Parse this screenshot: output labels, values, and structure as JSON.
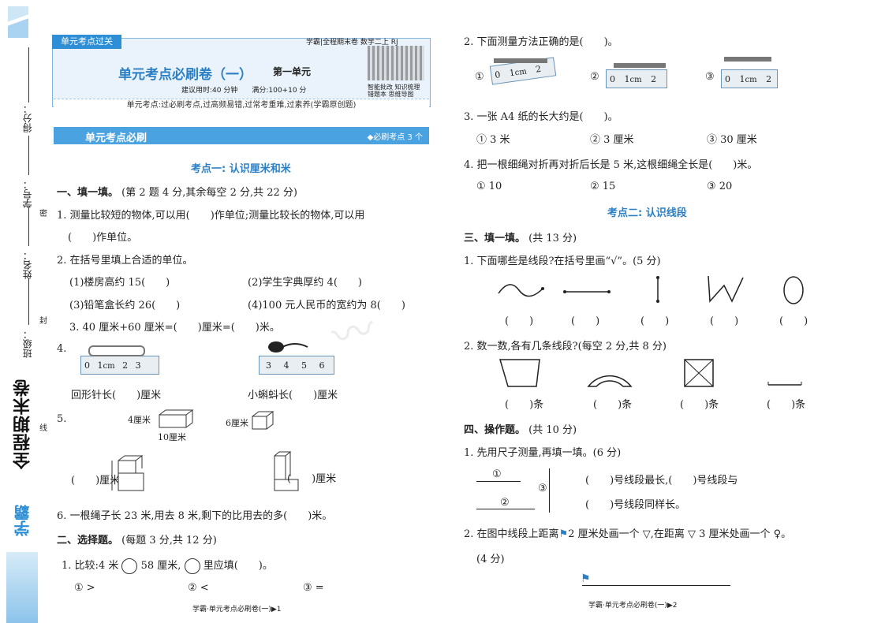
{
  "margin": {
    "score_label": "得分：",
    "id_label": "学号：",
    "name_label": "姓名：",
    "class_label": "班级：",
    "seal_marks": [
      "密",
      "封",
      "线"
    ],
    "spine_brand": "学霸",
    "spine_title": "全程期末卷"
  },
  "header": {
    "tag": "单元考点过关",
    "series": "学霸|全程期末卷 数学二上 RJ",
    "title": "单元考点必刷卷（一）",
    "unit": "第一单元",
    "meta": "建议用时:40 分钟　　满分:100+10 分",
    "qr_labels": [
      "智能批改",
      "知识梳理",
      "错题本",
      "思维导图"
    ],
    "strip": "单元考点:过必刷考点,过高频易错,过常考重难,过素养(学霸原创题)"
  },
  "section_bar": {
    "title": "单元考点必刷",
    "badge": "◆必刷考点 3 个"
  },
  "left": {
    "kp1": "考点一: 认识厘米和米",
    "s1_title": "一、填一填。",
    "s1_note": "(第 2 题 4 分,其余每空 2 分,共 22 分)",
    "q1a": "1. 测量比较短的物体,可以用(　　)作单位;测量比较长的物体,可以用",
    "q1b": "(　　)作单位。",
    "q2": "2. 在括号里填上合适的单位。",
    "q2_1": "(1)楼房高约 15(　　)",
    "q2_2": "(2)学生字典厚约 4(　　)",
    "q2_3": "(3)铅笔盒长约 26(　　)",
    "q2_4": "(4)100 元人民币的宽约为 8(　　)",
    "q3": "3. 40 厘米+60 厘米=(　　)厘米=(　　)米。",
    "q4": "4.",
    "q4_ruler1": [
      "0",
      "1",
      "cm",
      "2",
      "3"
    ],
    "q4_ruler2": [
      "3",
      "4",
      "5",
      "6"
    ],
    "q4_a": "回形针长(　　)厘米",
    "q4_b": "小蝌蚪长(　　)厘米",
    "q5": "5.",
    "q5_l1": "4厘米",
    "q5_l2": "10厘米",
    "q5_l3": "6厘米",
    "q5_a": "(　　)厘米",
    "q5_b": "(　　)厘米",
    "q6": "6. 一根绳子长 23 米,用去 8 米,剩下的比用去的多(　　)米。",
    "s2_title": "二、选择题。",
    "s2_note": "(每题 3 分,共 12 分)",
    "c1": "1. 比较:4 米",
    "c1_mid": "58 厘米,",
    "c1_end": "里应填(　　)。",
    "c1_opts": [
      "① >",
      "② <",
      "③ ="
    ],
    "footer": "学霸·单元考点必刷卷(一)▶1"
  },
  "right": {
    "c2": "2. 下面测量方法正确的是(　　)。",
    "c2_opts": [
      "①",
      "②",
      "③"
    ],
    "c2_ruler": [
      "0",
      "1",
      "cm",
      "2"
    ],
    "c3": "3. 一张 A4 纸的长大约是(　　)。",
    "c3_opts": [
      "① 3 米",
      "② 3 厘米",
      "③ 30 厘米"
    ],
    "c4": "4. 把一根细绳对折再对折后长是 5 米,这根细绳全长是(　　)米。",
    "c4_opts": [
      "① 10",
      "② 15",
      "③ 20"
    ],
    "kp2": "考点二: 认识线段",
    "s3_title": "三、填一填。",
    "s3_note": "(共 13 分)",
    "f1": "1. 下面哪些是线段?在括号里画“√”。(5 分)",
    "f1_parens": [
      "(　　)",
      "(　　)",
      "(　　)",
      "(　　)",
      "(　　)"
    ],
    "f2": "2. 数一数,各有几条线段?(每空 2 分,共 8 分)",
    "f2_blanks": [
      "(　　)条",
      "(　　)条",
      "(　　)条",
      "(　　)条"
    ],
    "s4_title": "四、操作题。",
    "s4_note": "(共 10 分)",
    "o1": "1. 先用尺子测量,再填一填。(6 分)",
    "o1_labels": [
      "①",
      "②",
      "③"
    ],
    "o1_t1": "(　　)号线段最长,(　　)号线段与",
    "o1_t2": "(　　)号线段同样长。",
    "o2": "2. 在图中线段上距离",
    "o2_mid": "2 厘米处画一个 ▽,在距离 ▽ 3 厘米处画一个 ♀。",
    "o2_pts": "(4 分)",
    "footer": "学霸·单元考点必刷卷(一)▶2"
  },
  "colors": {
    "accent": "#2f8fd6",
    "bar": "#4aa3e0"
  }
}
